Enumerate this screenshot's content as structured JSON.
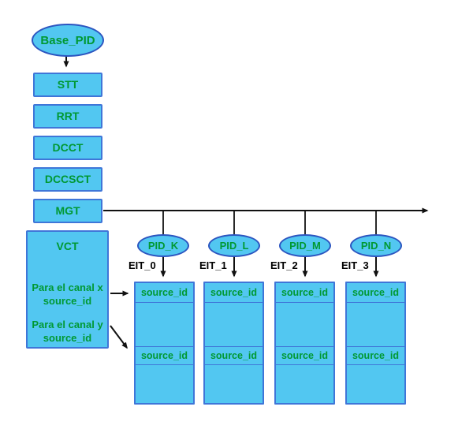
{
  "nodes": {
    "base_pid": "Base_PID",
    "psip_tables": [
      "STT",
      "RRT",
      "DCCT",
      "DCCSCT",
      "MGT"
    ],
    "vct": {
      "title": "VCT",
      "entries": [
        {
          "caption": "Para el canal x",
          "field": "source_id"
        },
        {
          "caption": "Para el canal y",
          "field": "source_id"
        }
      ]
    },
    "eit_columns": [
      {
        "pid": "PID_K",
        "eit_label": "EIT_0",
        "rows": [
          "source_id",
          "",
          "source_id",
          ""
        ]
      },
      {
        "pid": "PID_L",
        "eit_label": "EIT_1",
        "rows": [
          "source_id",
          "",
          "source_id",
          ""
        ]
      },
      {
        "pid": "PID_M",
        "eit_label": "EIT_2",
        "rows": [
          "source_id",
          "",
          "source_id",
          ""
        ]
      },
      {
        "pid": "PID_N",
        "eit_label": "EIT_3",
        "rows": [
          "source_id",
          "",
          "source_id",
          ""
        ]
      }
    ]
  },
  "colors": {
    "node_fill": "#52c7f1",
    "rect_border": "#3f76d8",
    "ellipse_border": "#2c55c0",
    "text_green": "#009933",
    "label_black": "#000000",
    "arrow": "#111111"
  }
}
